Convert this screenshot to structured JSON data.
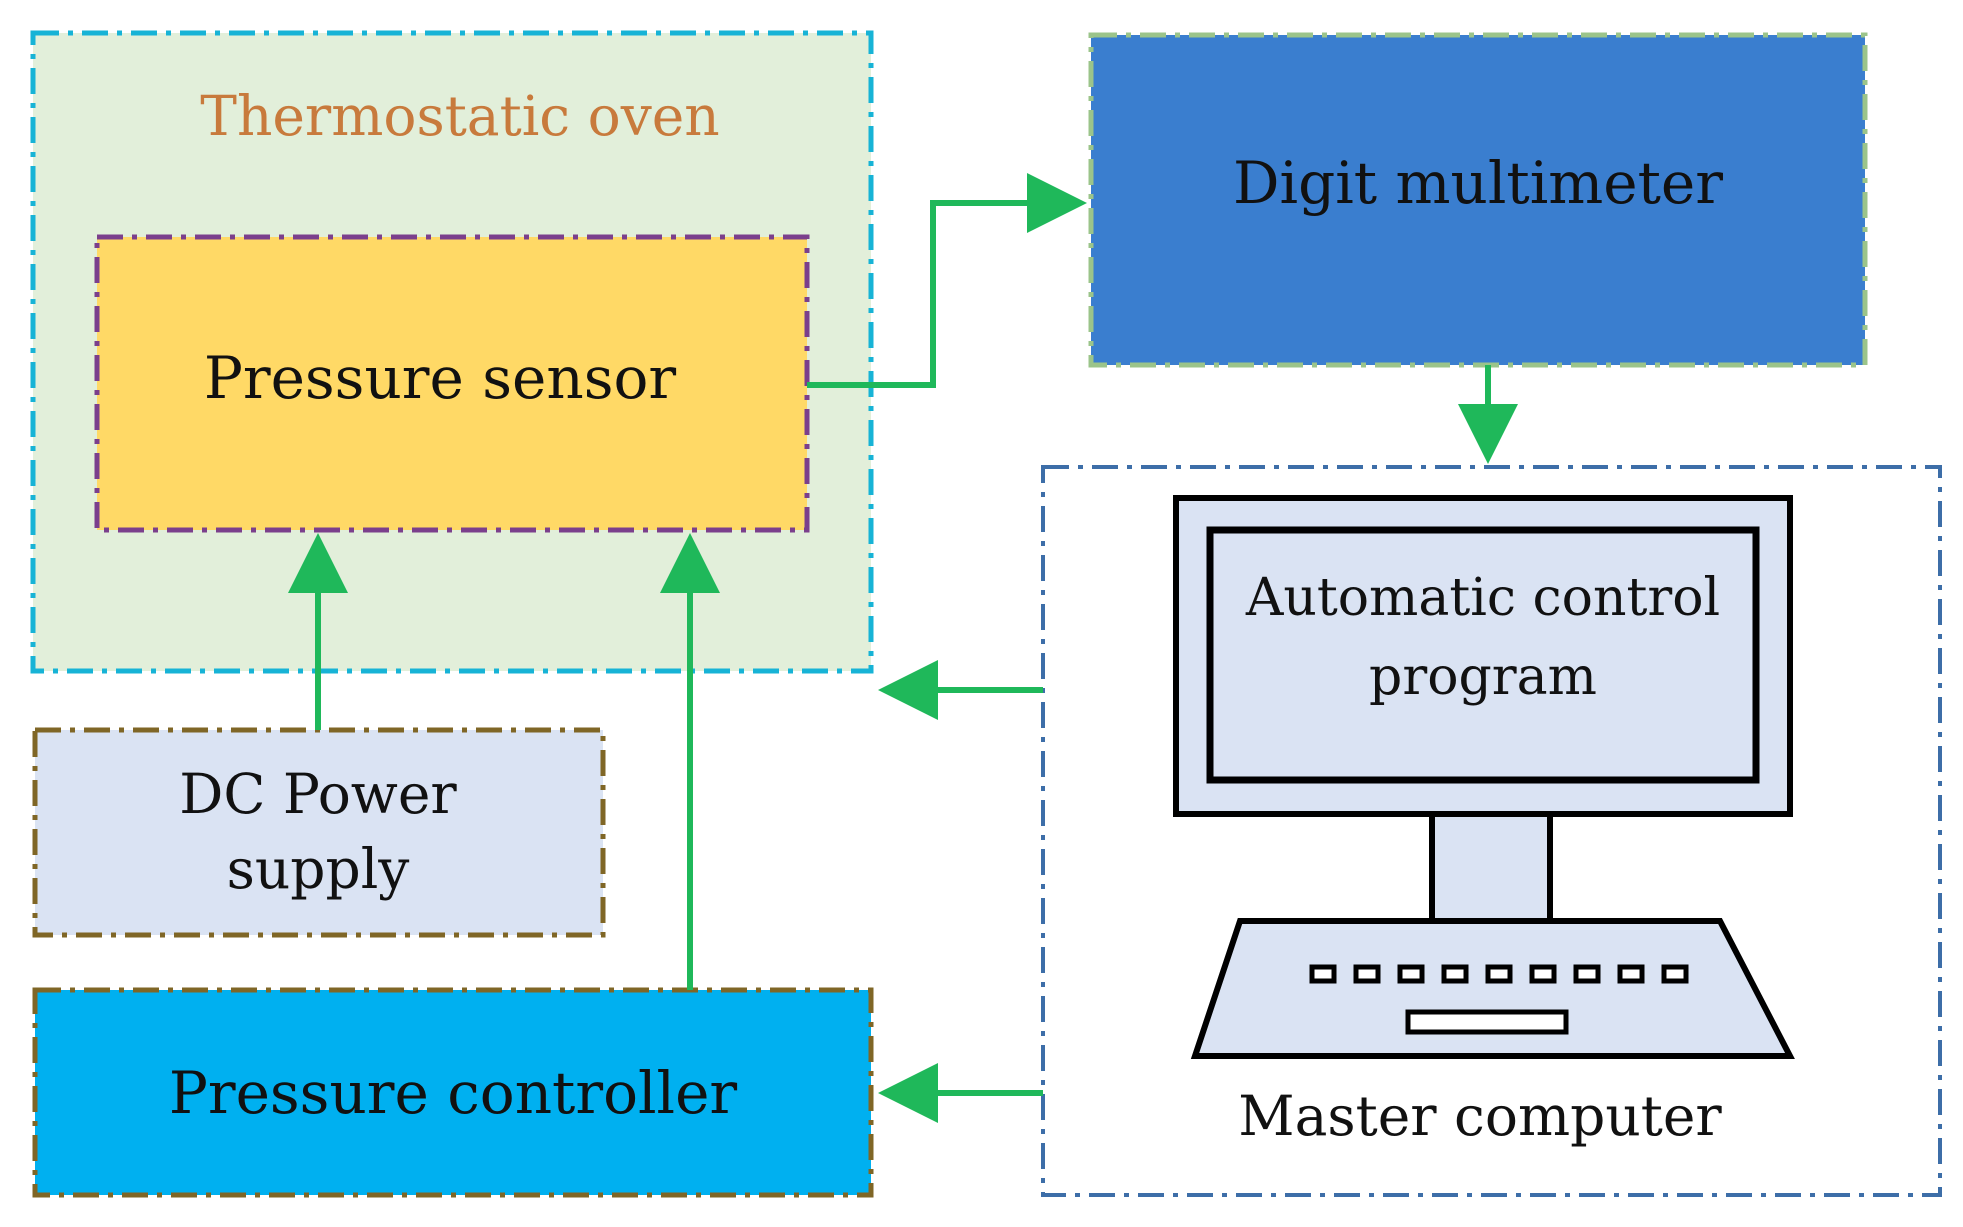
{
  "blocks": {
    "oven": {
      "label": "Thermostatic oven",
      "fill": "#e2efda",
      "border": "#17b3d6",
      "text_color": "#c87a3c"
    },
    "sensor": {
      "label": "Pressure sensor",
      "fill": "#ffd966",
      "border": "#7b3f8c",
      "text_color": "#111111"
    },
    "multimeter": {
      "label": "Digit multimeter",
      "fill": "#3a7ecf",
      "border": "#9bc48a",
      "text_color": "#111111"
    },
    "dc_power": {
      "label_line1": "DC Power",
      "label_line2": "supply",
      "fill": "#dae3f3",
      "border": "#7f6626",
      "text_color": "#111111"
    },
    "controller": {
      "label": "Pressure controller",
      "fill": "#00b0f0",
      "border": "#7f6626",
      "text_color": "#111111"
    },
    "computer": {
      "label": "Master computer",
      "border": "#3d6ea8",
      "screen_text_line1": "Automatic control",
      "screen_text_line2": "program",
      "device_fill": "#dae3f3"
    }
  },
  "arrow_color": "#1fb85a",
  "connections": [
    {
      "from": "Pressure sensor",
      "to": "Digit multimeter"
    },
    {
      "from": "Digit multimeter",
      "to": "Master computer"
    },
    {
      "from": "Master computer",
      "to": "Thermostatic oven"
    },
    {
      "from": "Master computer",
      "to": "Pressure controller"
    },
    {
      "from": "DC Power supply",
      "to": "Pressure sensor"
    },
    {
      "from": "Pressure controller",
      "to": "Pressure sensor"
    }
  ]
}
